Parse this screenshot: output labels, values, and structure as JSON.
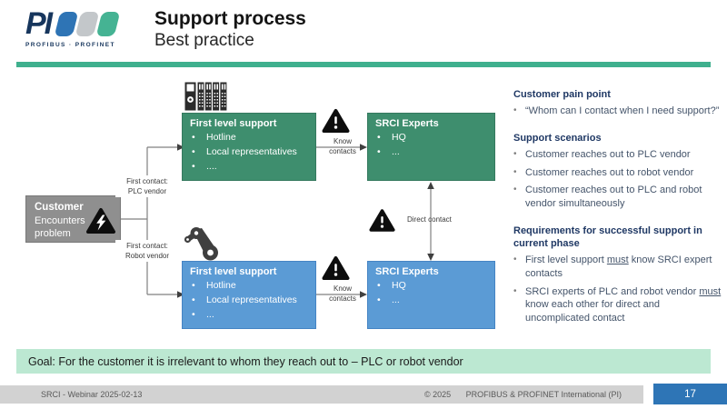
{
  "header": {
    "logo": {
      "text": "PI",
      "subtitle": "PROFIBUS · PROFINET"
    },
    "title": "Support process",
    "subtitle": "Best practice"
  },
  "diagram": {
    "customer": {
      "title": "Customer",
      "body": "Encounters problem"
    },
    "branch_labels": {
      "plc": [
        "First contact:",
        "PLC vendor"
      ],
      "robot": [
        "First contact:",
        "Robot vendor"
      ]
    },
    "plc_path": {
      "first_level": {
        "title": "First level support",
        "bullets": [
          "Hotline",
          "Local representatives",
          "...."
        ]
      },
      "know_contacts": "Know contacts",
      "srci": {
        "title": "SRCI Experts",
        "bullets": [
          "HQ",
          "..."
        ]
      }
    },
    "robot_path": {
      "first_level": {
        "title": "First level support",
        "bullets": [
          "Hotline",
          "Local representatives",
          "..."
        ]
      },
      "know_contacts": "Know contacts",
      "srci": {
        "title": "SRCI Experts",
        "bullets": [
          "HQ",
          "..."
        ]
      }
    },
    "direct_contact": "Direct contact"
  },
  "notes": {
    "pain_point": {
      "heading": "Customer pain point",
      "bullets": [
        "“Whom can I contact when I need support?”"
      ]
    },
    "scenarios": {
      "heading": "Support scenarios",
      "bullets": [
        "Customer reaches out to PLC vendor",
        "Customer reaches out to robot vendor",
        "Customer reaches out to PLC and robot vendor simultaneously"
      ]
    },
    "requirements": {
      "heading": "Requirements for successful support in current phase",
      "bullets": [
        {
          "pre": "First level support ",
          "underline": "must",
          "post": " know SRCI expert contacts"
        },
        {
          "pre": "SRCI experts of PLC and robot vendor ",
          "underline": "must",
          "post": " know each other for direct and uncomplicated contact"
        }
      ]
    }
  },
  "goal": "Goal: For the customer it is irrelevant to whom they reach out to – PLC or robot vendor",
  "footer": {
    "left": "SRCI - Webinar 2025-02-13",
    "copyright": "© 2025",
    "organization": "PROFIBUS & PROFINET International (PI)",
    "page": "17"
  },
  "colors": {
    "accent_green": "#3FB08E",
    "box_green": "#3E8E6E",
    "box_blue": "#5B9BD5",
    "box_gray": "#8F8F8F",
    "banner_green": "#BCE8D2",
    "page_badge_blue": "#2E75B6",
    "heading_navy": "#1F3864"
  }
}
